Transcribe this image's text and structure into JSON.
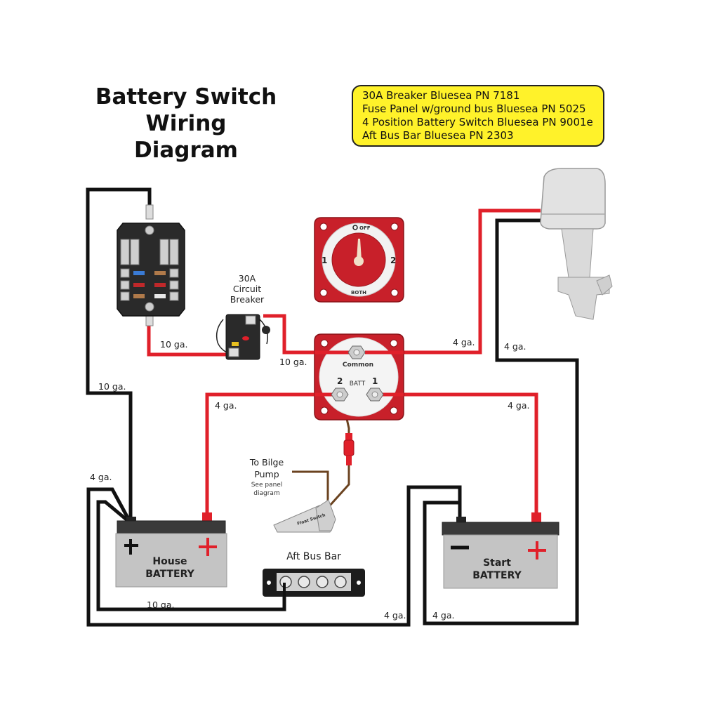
{
  "title": {
    "line1": "Battery Switch",
    "line2": "Wiring",
    "line3": "Diagram"
  },
  "parts_list": {
    "items": [
      "30A Breaker  Bluesea PN 7181",
      "Fuse Panel w/ground bus  Bluesea PN 5025",
      "4 Position Battery Switch  Bluesea PN  9001e",
      "Aft Bus Bar  Bluesea PN  2303"
    ],
    "background_color": "#fff22a"
  },
  "components": {
    "circuit_breaker": {
      "line1": "30A",
      "line2": "Circuit",
      "line3": "Breaker"
    },
    "selector_switch": {
      "off": "OFF",
      "pos1": "1",
      "pos2": "2",
      "both": "BOTH"
    },
    "battery_switch_rear": {
      "common": "Common",
      "batt": "BATT",
      "post1": "1",
      "post2": "2"
    },
    "bilge": {
      "line1": "To Bilge",
      "line2": "Pump",
      "note1": "See panel",
      "note2": "diagram",
      "float_switch": "Float Switch"
    },
    "house_battery": {
      "line1": "House",
      "line2": "BATTERY",
      "neg": "−",
      "pos": "+"
    },
    "start_battery": {
      "line1": "Start",
      "line2": "BATTERY"
    },
    "bus_bar": {
      "label": "Aft Bus Bar"
    }
  },
  "gauges": {
    "fuse_to_breaker": "10 ga.",
    "breaker_to_common": "10 ga.",
    "fuse_ground": "10 ga.",
    "common_to_engine": "4 ga.",
    "engine_ground": "4 ga.",
    "batt2_to_house": "4 ga.",
    "batt1_to_start": "4 ga.",
    "house_neg": "4 ga.",
    "house_to_busbar": "10 ga.",
    "house_neg_loop": "4 ga.",
    "start_neg_loop": "4 ga."
  },
  "colors": {
    "positive_wire": "#e0202a",
    "negative_wire": "#111111",
    "bilge_wire": "#6b4320",
    "switch_red": "#c8202a"
  }
}
